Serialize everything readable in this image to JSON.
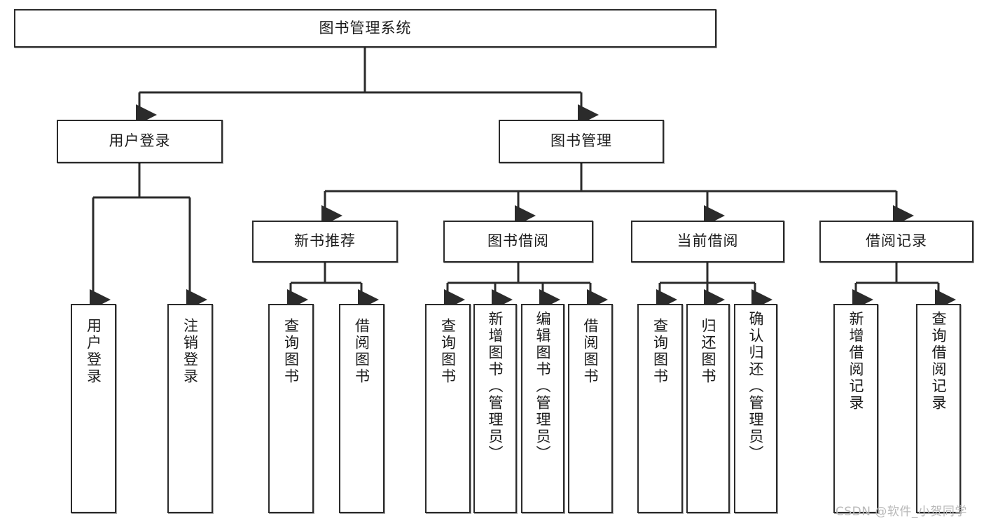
{
  "diagram": {
    "title": "图书管理系统",
    "type": "tree-hierarchy",
    "orientation": "top-down",
    "colors": {
      "border": "#2b2b2b",
      "fill": "#ffffff",
      "connector": "#2b2b2b",
      "text": "#1b1b1b",
      "watermark": "#b9b9b9"
    },
    "levels": {
      "root": "图书管理系统",
      "level2": [
        "用户登录",
        "图书管理"
      ],
      "level3": [
        "新书推荐",
        "图书借阅",
        "当前借阅",
        "借阅记录"
      ]
    },
    "nodes": {
      "root": {
        "label": "图书管理系统"
      },
      "user_login": {
        "label": "用户登录"
      },
      "book_manage": {
        "label": "图书管理"
      },
      "new_book_rec": {
        "label": "新书推荐"
      },
      "book_borrow": {
        "label": "图书借阅"
      },
      "current_borrow": {
        "label": "当前借阅"
      },
      "borrow_record": {
        "label": "借阅记录"
      },
      "leaf_user_login": {
        "label": "用户登录"
      },
      "leaf_logout": {
        "label": "注销登录"
      },
      "leaf_query_book_1": {
        "label": "查询图书"
      },
      "leaf_borrow_book_1": {
        "label": "借阅图书"
      },
      "leaf_query_book_2": {
        "label": "查询图书"
      },
      "leaf_add_book": {
        "label": "新增图书（管理员）"
      },
      "leaf_edit_book": {
        "label": "编辑图书（管理员）"
      },
      "leaf_borrow_book_2": {
        "label": "借阅图书"
      },
      "leaf_query_book_3": {
        "label": "查询图书"
      },
      "leaf_return_book": {
        "label": "归还图书"
      },
      "leaf_confirm_return": {
        "label": "确认归还（管理员）"
      },
      "leaf_add_record": {
        "label": "新增借阅记录"
      },
      "leaf_query_record": {
        "label": "查询借阅记录"
      }
    },
    "watermark": "CSDN @软件_小贺同学"
  }
}
